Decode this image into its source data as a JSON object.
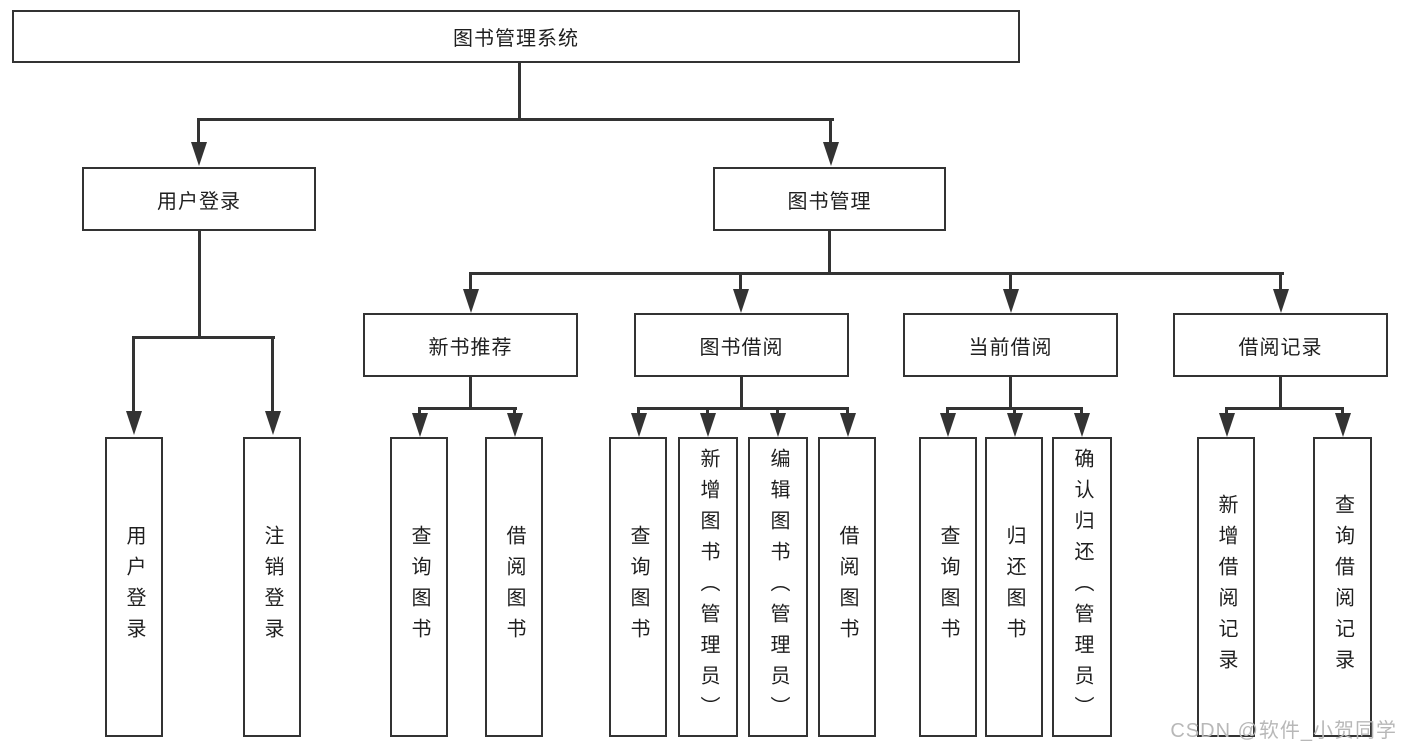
{
  "tree": {
    "root": {
      "label": "图书管理系统",
      "children": [
        {
          "label": "用户登录",
          "children": [
            {
              "label": "用户登录"
            },
            {
              "label": "注销登录"
            }
          ]
        },
        {
          "label": "图书管理",
          "children": [
            {
              "label": "新书推荐",
              "children": [
                {
                  "label": "查询图书"
                },
                {
                  "label": "借阅图书"
                }
              ]
            },
            {
              "label": "图书借阅",
              "children": [
                {
                  "label": "查询图书"
                },
                {
                  "label": "新增图书（管理员）"
                },
                {
                  "label": "编辑图书（管理员）"
                },
                {
                  "label": "借阅图书"
                }
              ]
            },
            {
              "label": "当前借阅",
              "children": [
                {
                  "label": "查询图书"
                },
                {
                  "label": "归还图书"
                },
                {
                  "label": "确认归还（管理员）"
                }
              ]
            },
            {
              "label": "借阅记录",
              "children": [
                {
                  "label": "新增借阅记录"
                },
                {
                  "label": "查询借阅记录"
                }
              ]
            }
          ]
        }
      ]
    }
  },
  "watermark": {
    "text": "CSDN @软件_小贺同学"
  },
  "colors": {
    "line": "#333333",
    "text": "#1f1f1f",
    "watermark": "#b8b8b8",
    "background": "#ffffff"
  }
}
